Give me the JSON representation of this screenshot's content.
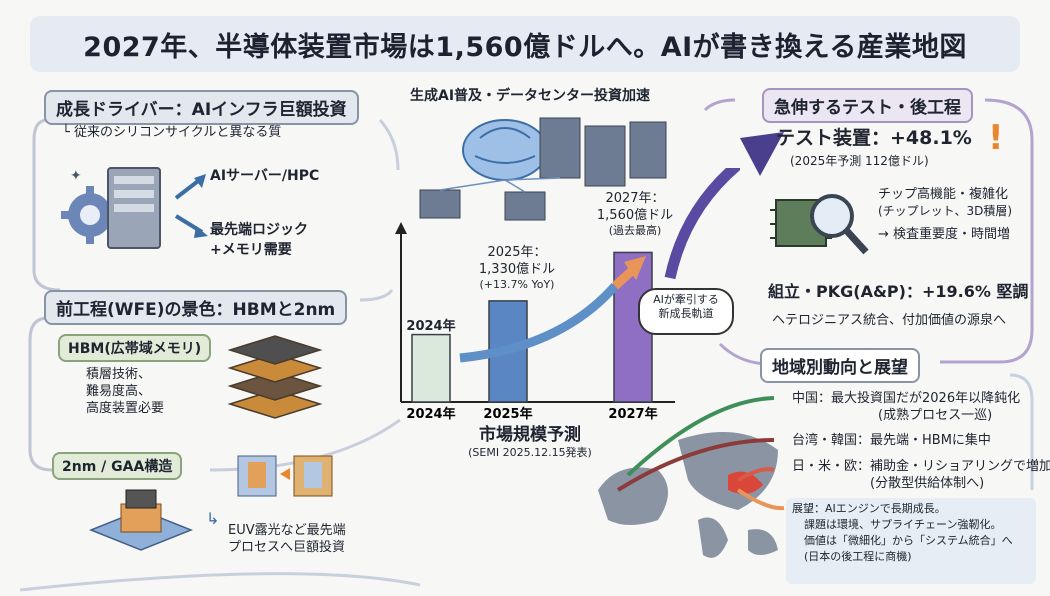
{
  "title": "2027年、半導体装置市場は1,560億ドルへ。AIが書き換える産業地図",
  "center": {
    "top_label": "生成AI普及・データセンター投資加速",
    "bubble": [
      "AIが牽引する",
      "新成長軌道"
    ],
    "chart_title": "市場規模予測",
    "chart_source": "(SEMI 2025.12.15発表)"
  },
  "left": {
    "driver": {
      "header": "成長ドライバー：AIインフラ巨額投資",
      "sub": "従来のシリコンサイクルと異なる質",
      "item1": "AIサーバー/HPC",
      "item2_line1": "最先端ロジック",
      "item2_line2": "+メモリ需要"
    },
    "wfe": {
      "header": "前工程(WFE)の景色：HBMと2nm",
      "hbm_label": "HBM(広帯域メモリ)",
      "hbm_lines": [
        "積層技術、",
        "難易度高、",
        "高度装置必要"
      ],
      "gaa_label": "2nm / GAA構造",
      "gaa_lines": [
        "EUV露光など最先端",
        "プロセスへ巨額投資"
      ]
    }
  },
  "right": {
    "test": {
      "header": "急伸するテスト・後工程",
      "headline": "テスト装置：+48.1%",
      "exclaim": "!",
      "forecast": "(2025年予測 112億ドル)",
      "chip_lines": [
        "チップ高機能・複雑化",
        "(チップレット、3D積層)",
        "→ 検査重要度・時間増"
      ],
      "ap_headline": "組立・PKG(A&P)：+19.6% 堅調",
      "ap_sub": "ヘテロジニアス統合、付加価値の源泉へ"
    },
    "region": {
      "header": "地域別動向と展望",
      "china_line1": "中国：最大投資国だが2026年以降鈍化",
      "china_line2": "(成熟プロセス一巡)",
      "tw_kr": "台湾・韓国：最先端・HBMに集中",
      "jp_us_eu_line1": "日・米・欧：補助金・リショアリングで増加",
      "jp_us_eu_line2": "(分散型供給体制へ)"
    },
    "outlook": {
      "lines": [
        "展望：AIエンジンで長期成長。",
        "課題は環境、サプライチェーン強靭化。",
        "価値は「微細化」から「システム統合」へ",
        "(日本の後工程に商機)"
      ]
    }
  },
  "colors": {
    "bar_2024": "#dbe9dc",
    "bar_2025": "#5b86c4",
    "bar_2027": "#8f6fc3",
    "arrow_blue": "#3c6ea6",
    "arrow_purple": "#4a3f8c",
    "accent_orange": "#e9872e"
  },
  "chart_data": {
    "type": "bar",
    "title": "市場規模予測",
    "categories": [
      "2024年",
      "2025年",
      "2027年"
    ],
    "values": [
      1170,
      1330,
      1560
    ],
    "value_note": "2024年 value not printed; estimated from bar height",
    "units": "億ドル",
    "labels": {
      "2024": [
        "2024年"
      ],
      "2025": [
        "2025年：",
        "1,330億ドル",
        "(+13.7% YoY)"
      ],
      "2027": [
        "2027年：",
        "1,560億ドル",
        "(過去最高)"
      ]
    },
    "ylim": [
      850,
      1600
    ]
  }
}
